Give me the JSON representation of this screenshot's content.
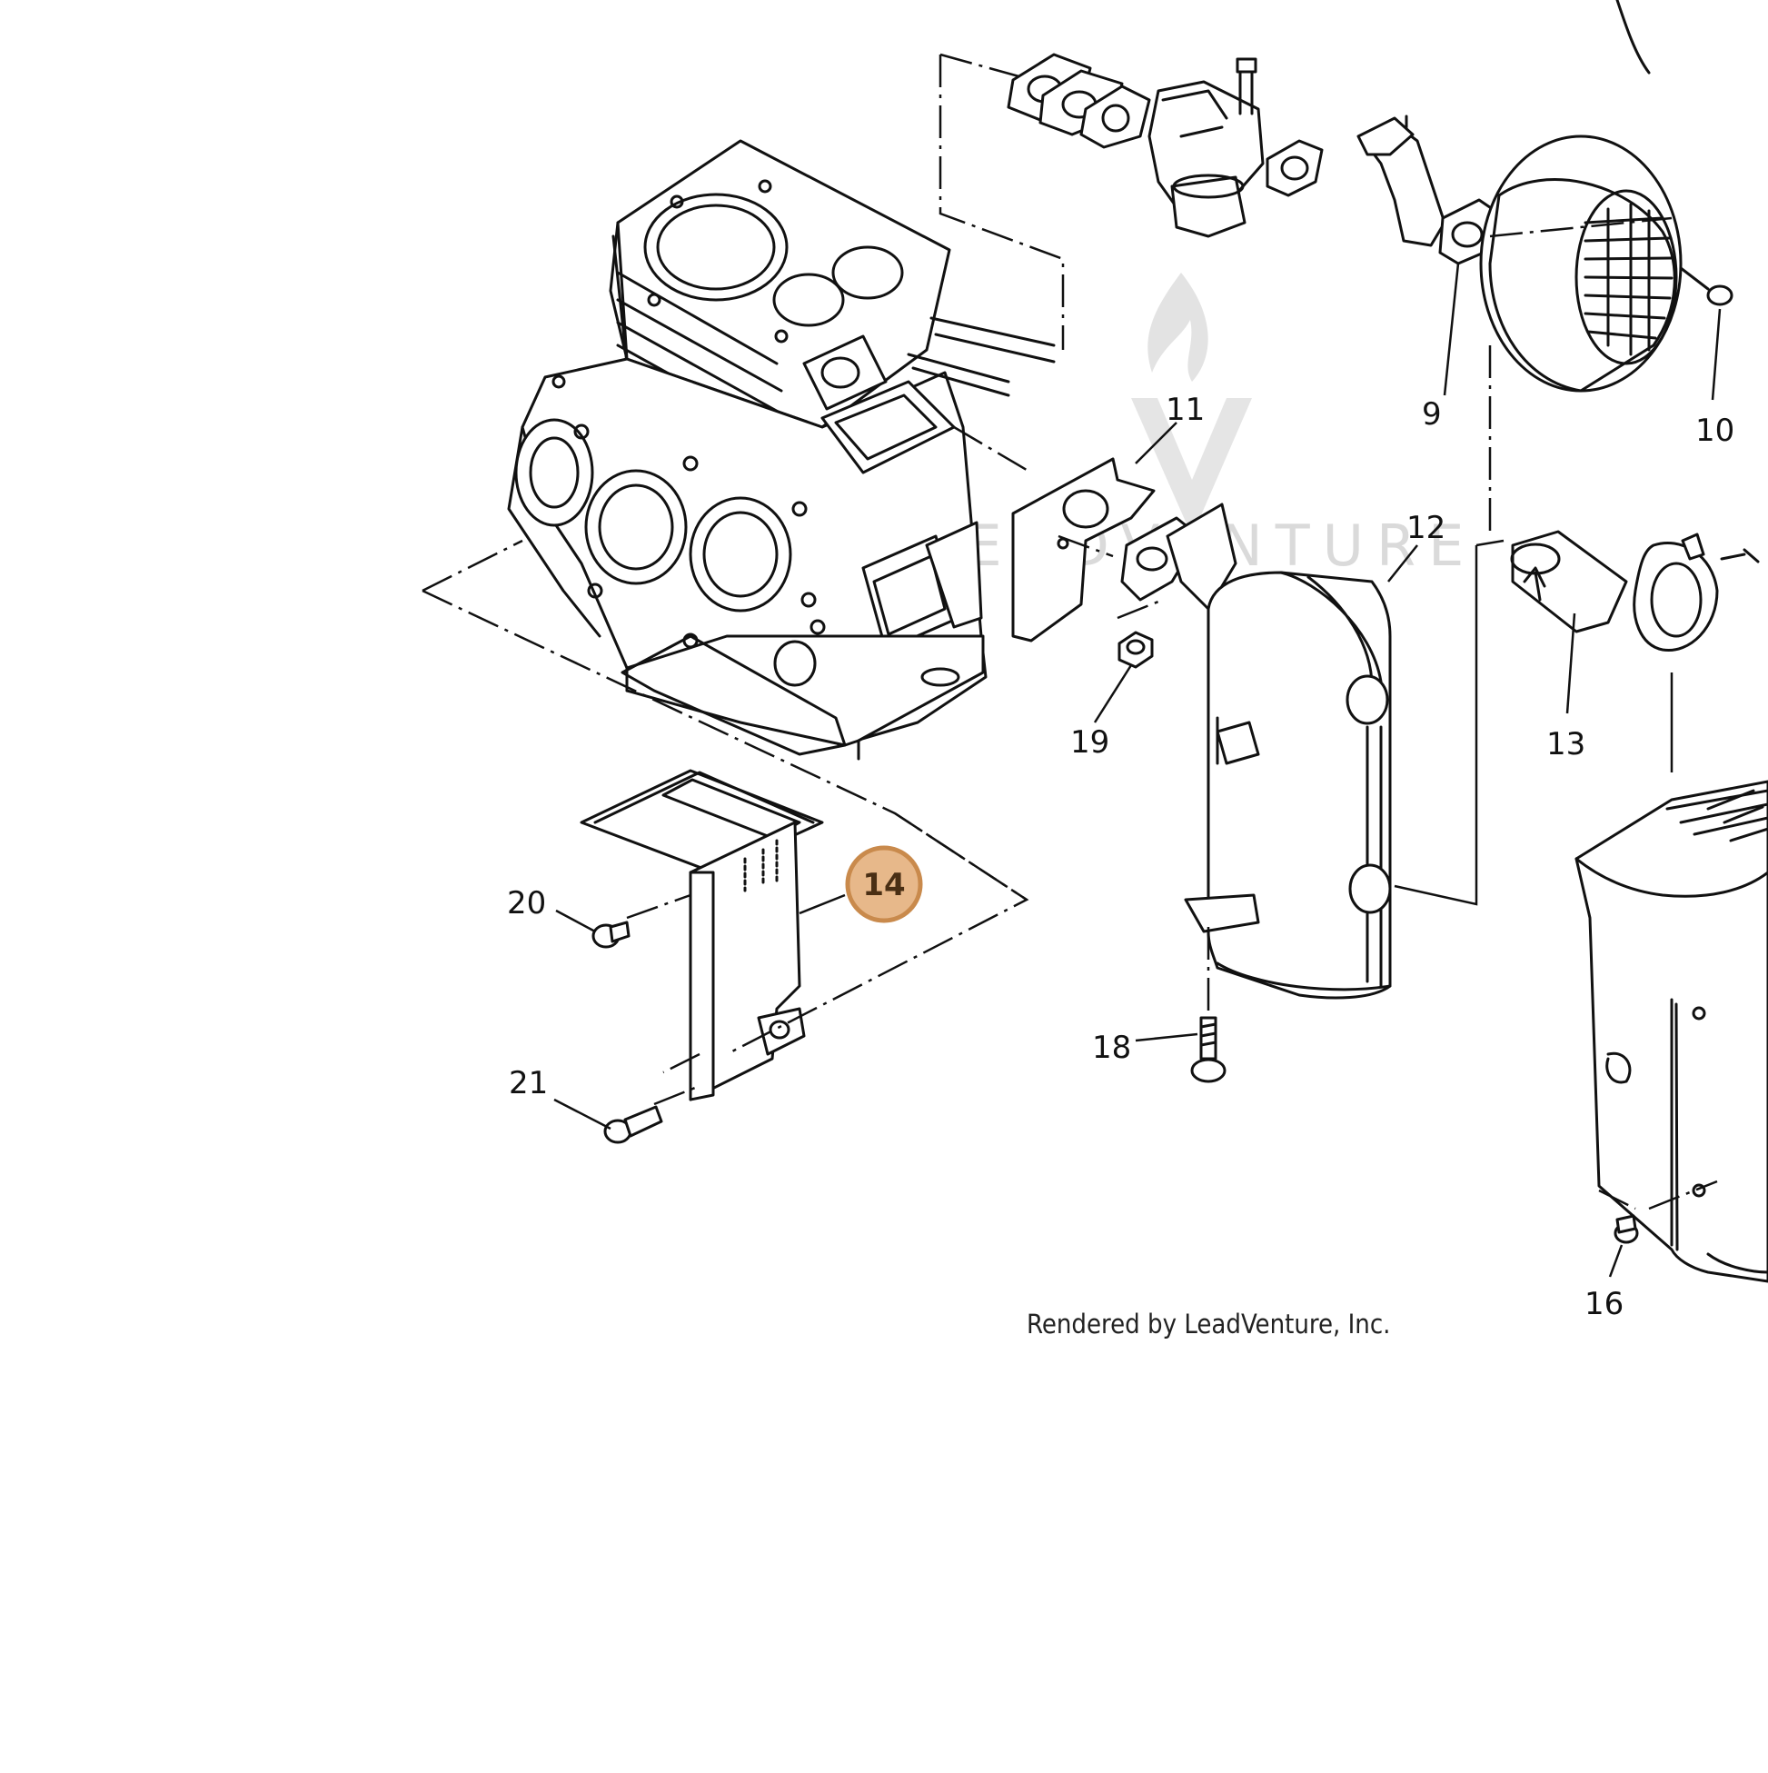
{
  "callouts": {
    "c9": "9",
    "c10": "10",
    "c11": "11",
    "c12": "12",
    "c13": "13",
    "c14": "14",
    "c16": "16",
    "c18": "18",
    "c19": "19",
    "c20": "20",
    "c21": "21"
  },
  "highlighted_callout": "14",
  "credit": "Rendered by LeadVenture, Inc.",
  "watermark": "LEADVENTURE",
  "colors": {
    "highlight_fill": "#e7b88a",
    "highlight_stroke": "#c98a4c",
    "ink": "#111111",
    "watermark": "#d6d6d6"
  }
}
